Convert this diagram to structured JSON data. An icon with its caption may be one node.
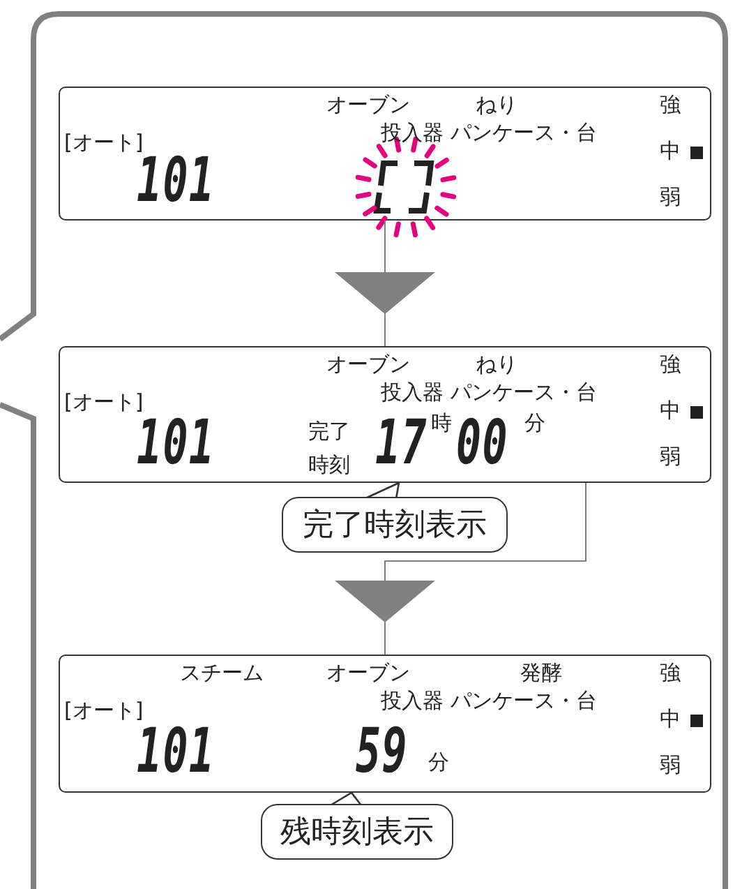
{
  "diagram": {
    "nodes": [
      {
        "text": [],
        "shape": "box"
      },
      {
        "text": [
          "オーブン",
          "ねり",
          "[オート]",
          "投入器 パンケース・台",
          "101",
          "強",
          "中",
          "弱"
        ],
        "in": 0
      },
      {
        "text": [
          "オーブン",
          "ねり",
          "[オート]",
          "投入器 パンケース・台",
          "101",
          "完了時刻",
          "17",
          "時",
          "00",
          "分",
          "強",
          "中",
          "弱"
        ],
        "in": 0
      },
      {
        "text": [
          "完了時刻表示"
        ],
        "in": 0
      },
      {
        "text": [
          "スチーム",
          "オーブン",
          "発酵",
          "[オート]",
          "投入器 パンケース・台",
          "101",
          "59",
          "分",
          "強",
          "中",
          "弱"
        ],
        "in": 0
      },
      {
        "text": [
          "残時刻表示"
        ],
        "in": 0
      }
    ],
    "edges": [
      {
        "from": 1,
        "to": 2,
        "arrow": "to"
      },
      {
        "from": 3,
        "to": 2,
        "arrow": "none"
      },
      {
        "from": 2,
        "to": 4,
        "arrow": "to"
      },
      {
        "from": 5,
        "to": 4,
        "arrow": "none"
      }
    ]
  }
}
